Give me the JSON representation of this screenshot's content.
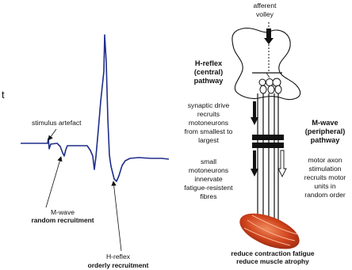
{
  "left_edge_letter": "t",
  "trace": {
    "stimulus_label": "stimulus artefact",
    "mwave_label": "M-wave",
    "mwave_sublabel": "random recruitment",
    "hreflex_label": "H-reflex",
    "hreflex_sublabel": "orderly recruitment"
  },
  "diagram": {
    "afferent_line1": "afferent",
    "afferent_line2": "volley",
    "h_title": [
      "H-reflex",
      "(central)",
      "pathway"
    ],
    "h_desc1": [
      "synaptic drive",
      "recruits",
      "motoneurons",
      "from smallest to",
      "largest"
    ],
    "h_desc2": [
      "small",
      "motoneurons",
      "innervate",
      "fatigue-resistent",
      "fibres"
    ],
    "m_title": [
      "M-wave",
      "(peripheral)",
      "pathway"
    ],
    "m_desc": [
      "motor axon",
      "stimulation",
      "recruits motor",
      "units in",
      "random order"
    ],
    "bottom_line1": "reduce contraction fatigue",
    "bottom_line2": "reduce muscle atrophy"
  },
  "colors": {
    "trace": "#1f2f8a",
    "muscle": "#d0441c",
    "text": "#111111"
  },
  "icons": [
    "spinal-cord-outline",
    "neuron-soma-icon",
    "stimulation-electrode-icon",
    "muscle-icon",
    "down-arrow-icon"
  ]
}
